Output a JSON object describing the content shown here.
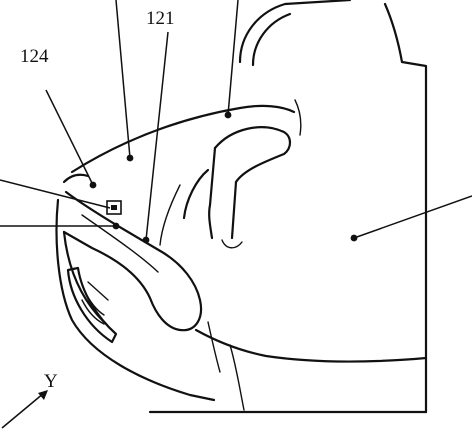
{
  "labels": {
    "ref_121": "121",
    "ref_124": "124",
    "axis_y": "Y"
  },
  "colors": {
    "ink": "#111111",
    "background": "#ffffff"
  }
}
